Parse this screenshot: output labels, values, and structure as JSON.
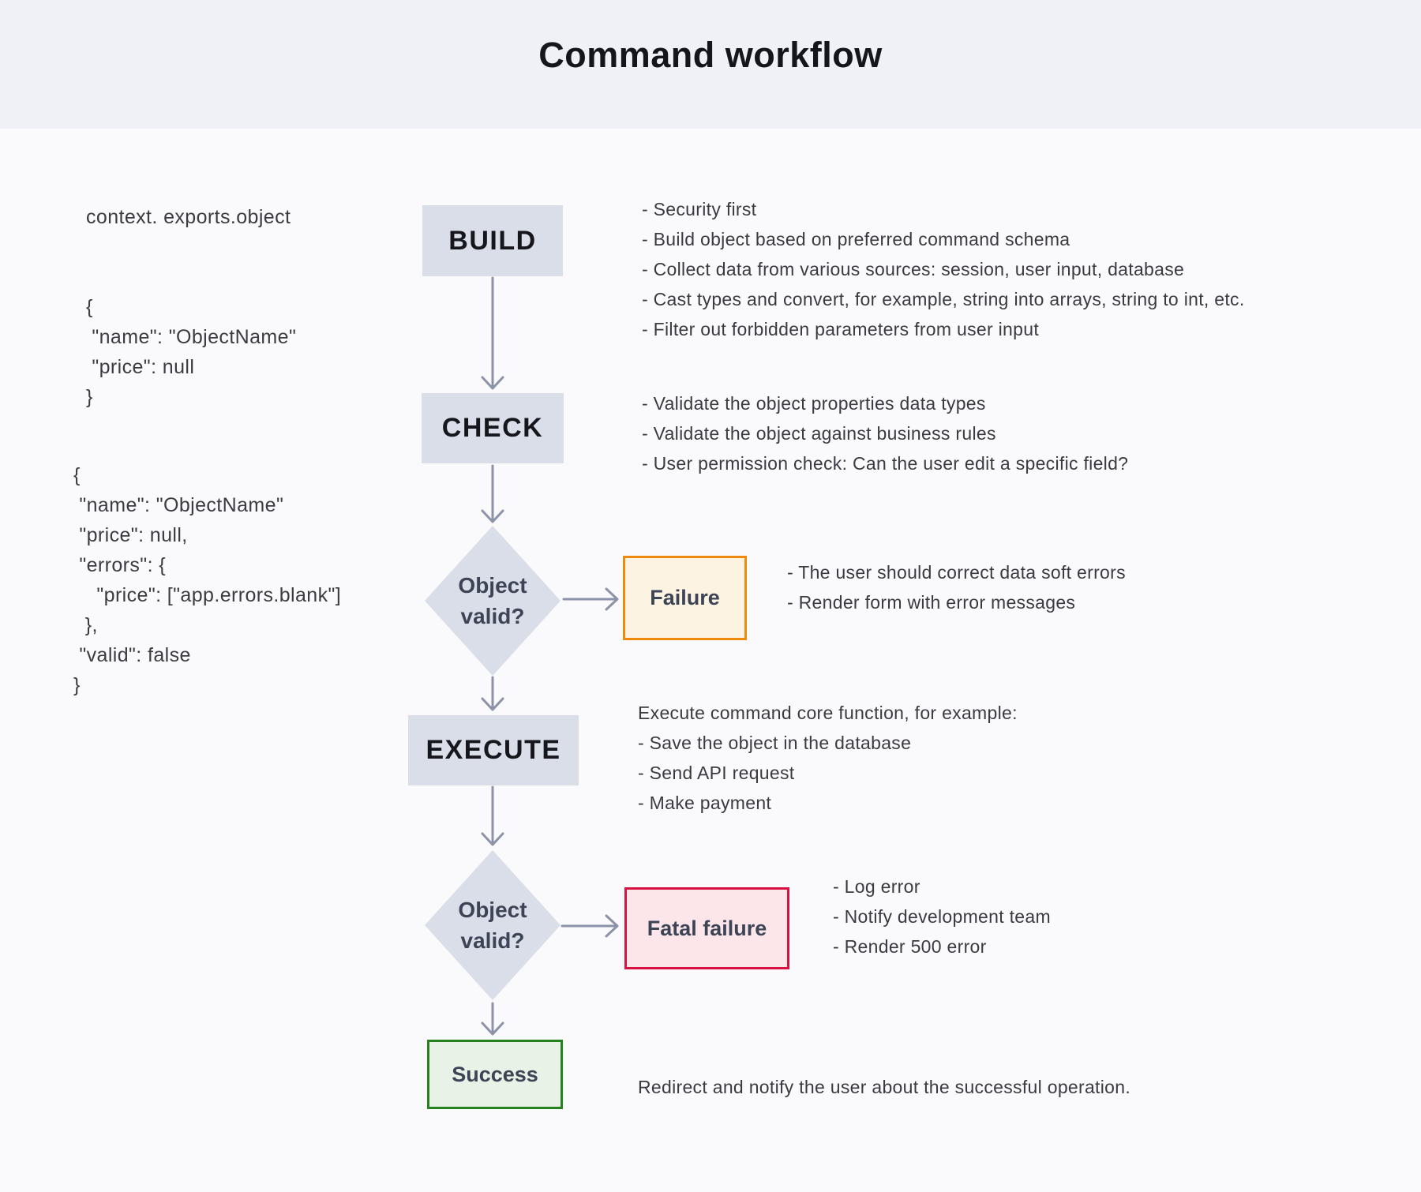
{
  "title": "Command workflow",
  "code": {
    "context_label": "context. exports.object",
    "object_initial": "{\n \"name\": \"ObjectName\"\n \"price\": null\n}",
    "object_validated": "{\n \"name\": \"ObjectName\"\n \"price\": null,\n \"errors\": {\n    \"price\": [\"app.errors.blank\"]\n  },\n \"valid\": false\n}"
  },
  "flow": {
    "build": {
      "label": "BUILD",
      "notes": [
        "- Security first",
        "- Build object based on preferred command schema",
        "- Collect data from various sources: session, user input, database",
        "- Cast types and convert, for example, string into arrays, string to int, etc.",
        "- Filter out forbidden parameters from user input"
      ]
    },
    "check": {
      "label": "CHECK",
      "notes": [
        "- Validate the object properties data types",
        "- Validate the object against business rules",
        "- User permission check: Can the user edit a specific field?"
      ]
    },
    "decision1": {
      "label": "Object valid?"
    },
    "failure": {
      "label": "Failure",
      "notes": [
        "- The user should correct data soft errors",
        "- Render form with error messages"
      ]
    },
    "execute": {
      "label": "EXECUTE",
      "notes": [
        "Execute command core function, for example:",
        "- Save the object in the database",
        "- Send API request",
        "- Make payment"
      ]
    },
    "decision2": {
      "label": "Object valid?"
    },
    "fatal": {
      "label": "Fatal failure",
      "notes": [
        "- Log error",
        "- Notify development team",
        "- Render 500 error"
      ]
    },
    "success": {
      "label": "Success",
      "notes": [
        "Redirect and notify the user about the successful operation."
      ]
    }
  },
  "colors": {
    "page-bg": "#fafafd",
    "header-bg": "#f0f1f7",
    "title-text": "#14161b",
    "node-bg": "#dadee9",
    "node-text": "#15171c",
    "decision-text": "#3c4456",
    "arrow": "#8c92a7",
    "failure-border": "#f08a0c",
    "failure-bg": "#fdf3e2",
    "fatal-border": "#d8123e",
    "fatal-bg": "#fce6ea",
    "success-border": "#26821f",
    "success-bg": "#e9f2e6",
    "code-text": "#3b3c41",
    "note-text": "#3a3b41"
  }
}
